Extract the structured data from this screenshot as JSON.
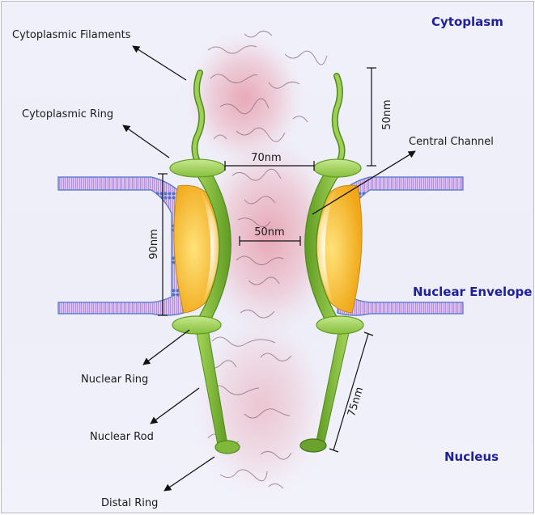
{
  "regions": {
    "cytoplasm": "Cytoplasm",
    "nuclear_envelope": "Nuclear Envelope",
    "nucleus": "Nucleus"
  },
  "labels": {
    "cytoplasmic_filaments": "Cytoplasmic Filaments",
    "cytoplasmic_ring": "Cytoplasmic Ring",
    "central_channel": "Central Channel",
    "nuclear_ring": "Nuclear Ring",
    "nuclear_rod": "Nuclear Rod",
    "distal_ring": "Distal Ring"
  },
  "dimensions": {
    "filament_length": "50nm",
    "ring_gap": "70nm",
    "channel_width": "50nm",
    "envelope_height": "90nm",
    "rod_length": "75nm"
  },
  "colors": {
    "region_text": "#1f1f9a",
    "membrane_blue": "#4a6fc9",
    "membrane_purple": "#b07ad9",
    "protein_green": "#8cc63f",
    "protein_dark_green": "#4e8a1e",
    "scaffold_yellow": "#f5c033",
    "channel_pink": "#e8a0ae"
  }
}
